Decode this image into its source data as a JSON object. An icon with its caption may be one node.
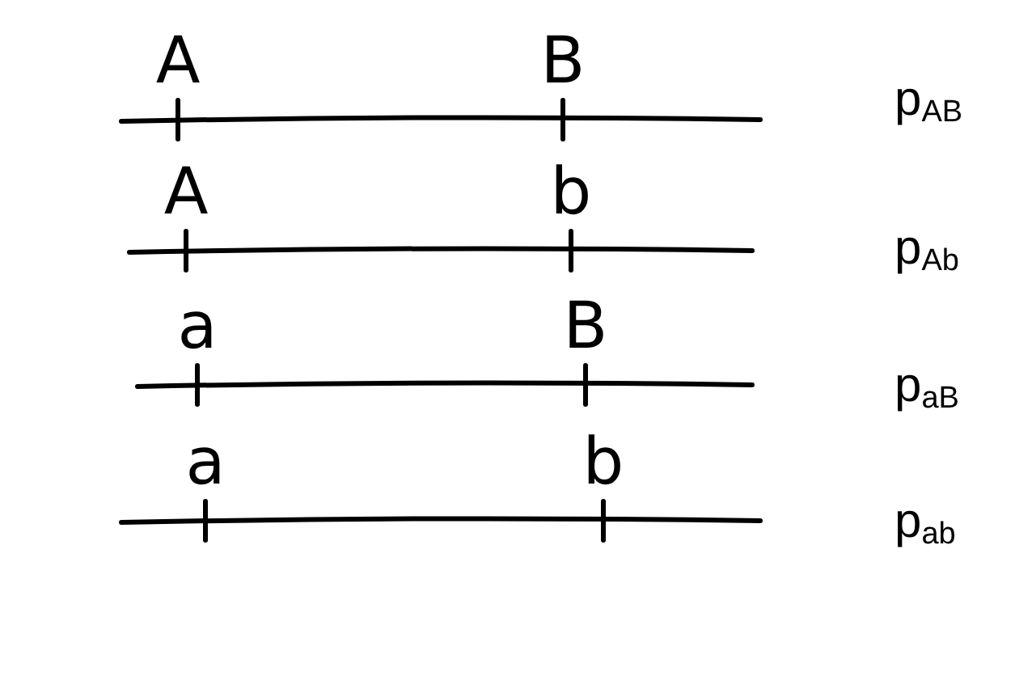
{
  "diagram": {
    "labels": [
      "A",
      "B",
      "p$_{AB}$",
      "A",
      "b",
      "p$_{Ab}$",
      "a",
      "B",
      "p$_{aB}$",
      "a",
      "b",
      "p$_{ab}$"
    ]
  }
}
